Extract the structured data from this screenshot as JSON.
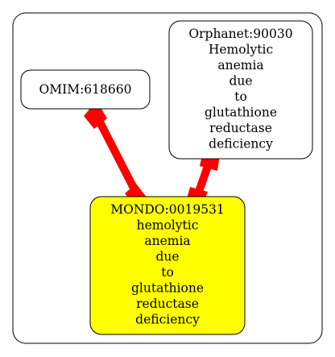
{
  "diagram": {
    "nodes": [
      {
        "id": "omim",
        "lines": [
          "OMIM:618660"
        ],
        "fill": "#ffffff"
      },
      {
        "id": "orphanet",
        "lines": [
          "Orphanet:90030",
          "Hemolytic",
          "anemia",
          "due",
          "to",
          "glutathione",
          "reductase",
          "deficiency"
        ],
        "fill": "#ffffff"
      },
      {
        "id": "mondo",
        "lines": [
          "MONDO:0019531",
          "hemolytic",
          "anemia",
          "due",
          "to",
          "glutathione",
          "reductase",
          "deficiency"
        ],
        "fill": "#ffff00"
      }
    ],
    "edges": [
      {
        "from": "omim",
        "to": "mondo",
        "color": "#ff0000"
      },
      {
        "from": "orphanet",
        "to": "mondo",
        "color": "#ff0000"
      }
    ],
    "colors": {
      "edge": "#ff0000",
      "highlight_node": "#ffff00",
      "border": "#000000"
    }
  }
}
